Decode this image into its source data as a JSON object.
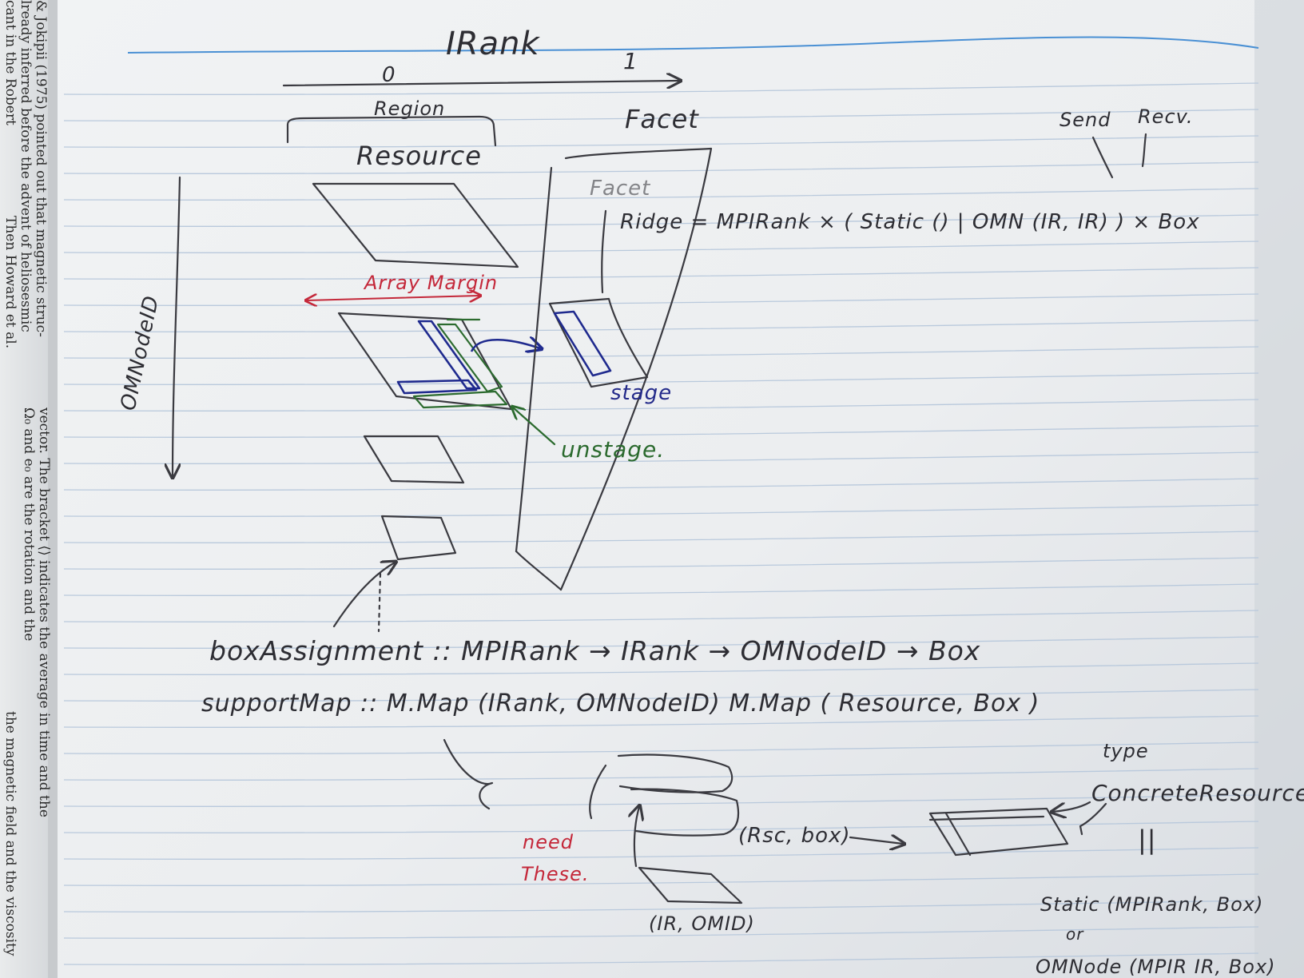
{
  "book": {
    "lines": [
      "cant in the Robert",
      "lready inferred before the advent of heliosesmic",
      "& Jokipii (1975) pointed out that magnetic struc-",
      "Then Howard et al.",
      "Ω₀ and e₀ are the rotation and the",
      "vector. The bracket ⟨⟩ indicates the average in time and the",
      "the magnetic field and the viscosity"
    ]
  },
  "notes": {
    "irank": "IRank",
    "tick0": "0",
    "tick1": "1",
    "region": "Region",
    "resource": "Resource",
    "facet": "Facet",
    "facet_ghost": "Facet",
    "omnodeid": "OMNodeID",
    "send": "Send",
    "recv": "Recv.",
    "ridge_def": "Ridge = MPIRank × ( Static () | OMN (IR, IR) ) × Box",
    "array_margin": "Array Margin",
    "stage": "stage",
    "unstage": "unstage.",
    "box_assignment": "boxAssignment :: MPIRank → IRank → OMNodeID → Box",
    "support_map": "supportMap :: M.Map (IRank, OMNodeID) M.Map ( Resource, Box )",
    "need": "need",
    "these": "These.",
    "rsc_box": "(Rsc, box)",
    "ir_omid": "(IR, OMID)",
    "type": "type",
    "concrete_resource": "ConcreteResource",
    "equals": "||",
    "static_def": "Static (MPIRank, Box)",
    "or": "or",
    "omnode_def": "OMNode (MPIR IR, Box)"
  },
  "colors": {
    "paper": "#f3f4f4",
    "rule_line": "#b9c9dc",
    "margin_line": "#4a90d4",
    "red_ink": "#c4283a",
    "blue_ink": "#1f2a8e",
    "green_ink": "#2c6b2f"
  }
}
